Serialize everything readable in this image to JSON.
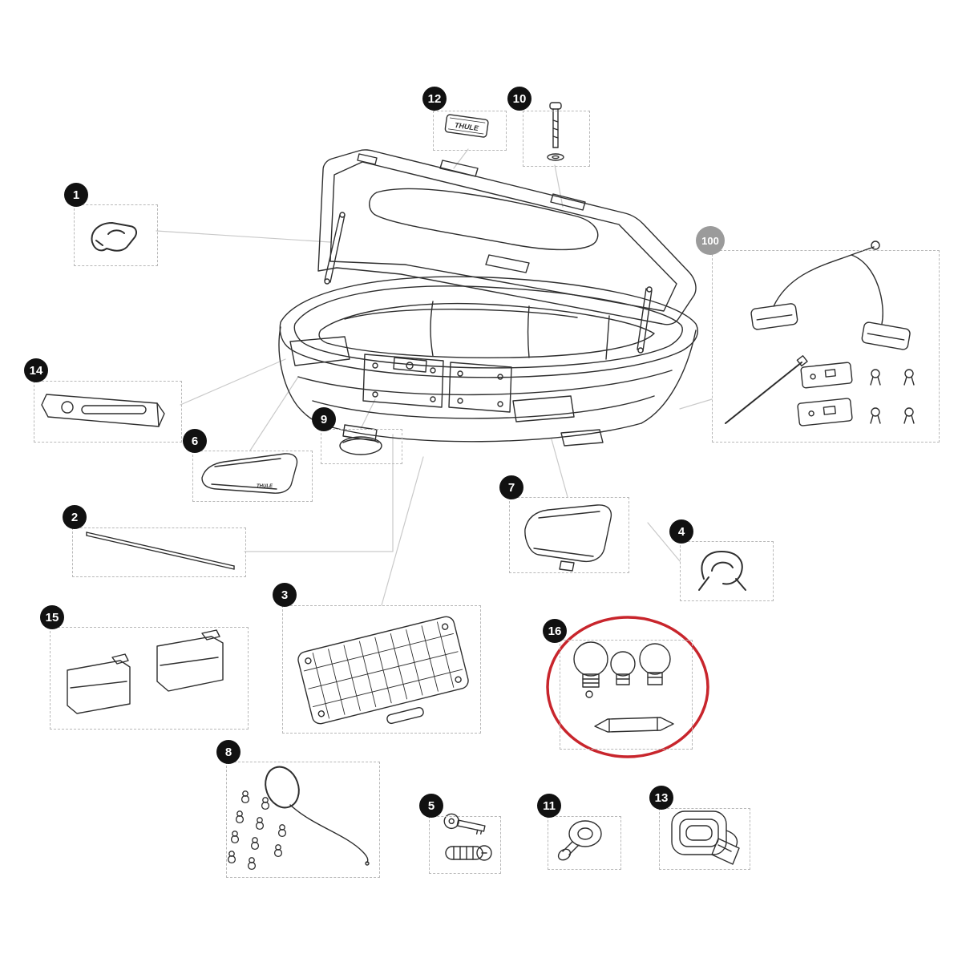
{
  "diagram": {
    "type": "exploded-parts-diagram",
    "brand_text": "THULE",
    "colors": {
      "background": "#ffffff",
      "line": "#2e2e2e",
      "connector": "#c9c9c9",
      "box_border": "#b8b8b8",
      "badge_bg": "#111111",
      "badge_gray_bg": "#9b9b9b",
      "badge_text": "#ffffff",
      "highlight": "#c8252c"
    },
    "badges": [
      {
        "id": "part-1",
        "label": "1"
      },
      {
        "id": "part-2",
        "label": "2"
      },
      {
        "id": "part-3",
        "label": "3"
      },
      {
        "id": "part-4",
        "label": "4"
      },
      {
        "id": "part-5",
        "label": "5"
      },
      {
        "id": "part-6",
        "label": "6"
      },
      {
        "id": "part-7",
        "label": "7"
      },
      {
        "id": "part-8",
        "label": "8"
      },
      {
        "id": "part-9",
        "label": "9"
      },
      {
        "id": "part-10",
        "label": "10"
      },
      {
        "id": "part-11",
        "label": "11"
      },
      {
        "id": "part-12",
        "label": "12"
      },
      {
        "id": "part-13",
        "label": "13"
      },
      {
        "id": "part-14",
        "label": "14"
      },
      {
        "id": "part-15",
        "label": "15"
      },
      {
        "id": "part-16",
        "label": "16"
      },
      {
        "id": "part-100",
        "label": "100",
        "variant": "gray"
      }
    ],
    "highlighted_part_label": "16"
  }
}
